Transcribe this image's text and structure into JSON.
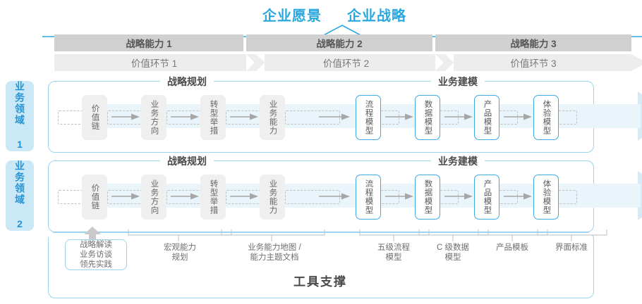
{
  "header": {
    "vision_label": "企业愿景",
    "strategy_label": "企业战略",
    "capabilities": [
      {
        "label": "战略能力 1"
      },
      {
        "label": "战略能力 2"
      },
      {
        "label": "战略能力 3"
      }
    ],
    "value_stages": [
      {
        "label": "价值环节 1"
      },
      {
        "label": "价值环节 2"
      },
      {
        "label": "价值环节 3"
      }
    ]
  },
  "domains": [
    {
      "label": "业务领域 1"
    },
    {
      "label": "业务领域 2"
    }
  ],
  "sections": {
    "strategic_planning": "战略规划",
    "business_modeling": "业务建模"
  },
  "nodes": {
    "planning": [
      {
        "label": "价值链"
      },
      {
        "label": "业务方向"
      },
      {
        "label": "转型举措"
      },
      {
        "label": "业务能力"
      }
    ],
    "modeling": [
      {
        "label": "流程模型"
      },
      {
        "label": "数据模型"
      },
      {
        "label": "产品模型"
      },
      {
        "label": "体验模型"
      }
    ]
  },
  "bottom_labels": [
    {
      "label": "战略解读\n业务访谈\n领先实践"
    },
    {
      "label": "宏观能力\n规划"
    },
    {
      "label": "业务能力地图 /\n能力主题文档"
    },
    {
      "label": "五级流程\n模型"
    },
    {
      "label": "C 级数据\n模型"
    },
    {
      "label": "产品模板"
    },
    {
      "label": "界面标准"
    }
  ],
  "footer": {
    "title": "工具支撑"
  },
  "colors": {
    "accent_blue": "#2BA7DF",
    "border_blue": "#9CD3EE",
    "node_blue": "#3FA9E0",
    "band_fill": "#EAF5FB",
    "band_arrow": "#D6EBF6",
    "cap_bar_gray": "#D0D0D0",
    "stage_bar_gray": "#EDEDED",
    "node_gray": "#EFEFEF",
    "domain_chip": "#CBE8F7"
  }
}
